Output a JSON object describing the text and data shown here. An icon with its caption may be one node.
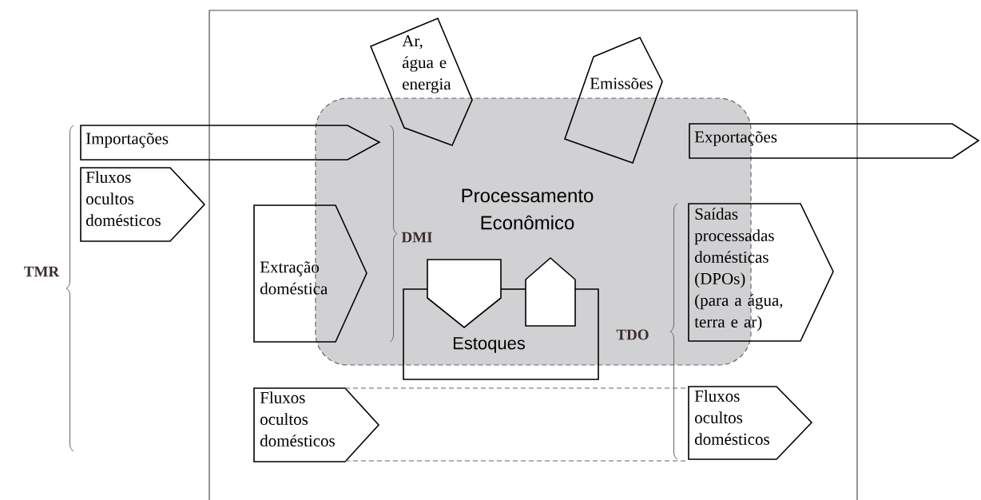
{
  "diagram": {
    "nodes": [
      {
        "text": [
          "Processamento Econômico"
        ]
      },
      {
        "text": [
          "Importações"
        ]
      },
      {
        "text": [
          "Fluxos ocultos domésticos"
        ]
      },
      {
        "text": [
          "Ar, água e energia"
        ]
      },
      {
        "text": [
          "Emissões"
        ]
      },
      {
        "text": [
          "Exportações"
        ]
      },
      {
        "text": [
          "Extração doméstica"
        ]
      },
      {
        "text": [
          "Estoques"
        ]
      },
      {
        "text": [
          "Saídas processadas domésticas (DPOs)",
          "(para a água, terra e ar)"
        ]
      },
      {
        "text": [
          "Fluxos ocultos domésticos"
        ]
      },
      {
        "text": [
          "Fluxos ocultos domésticos"
        ]
      }
    ],
    "labels": [
      "TMR",
      "DMI",
      "TDO"
    ]
  }
}
